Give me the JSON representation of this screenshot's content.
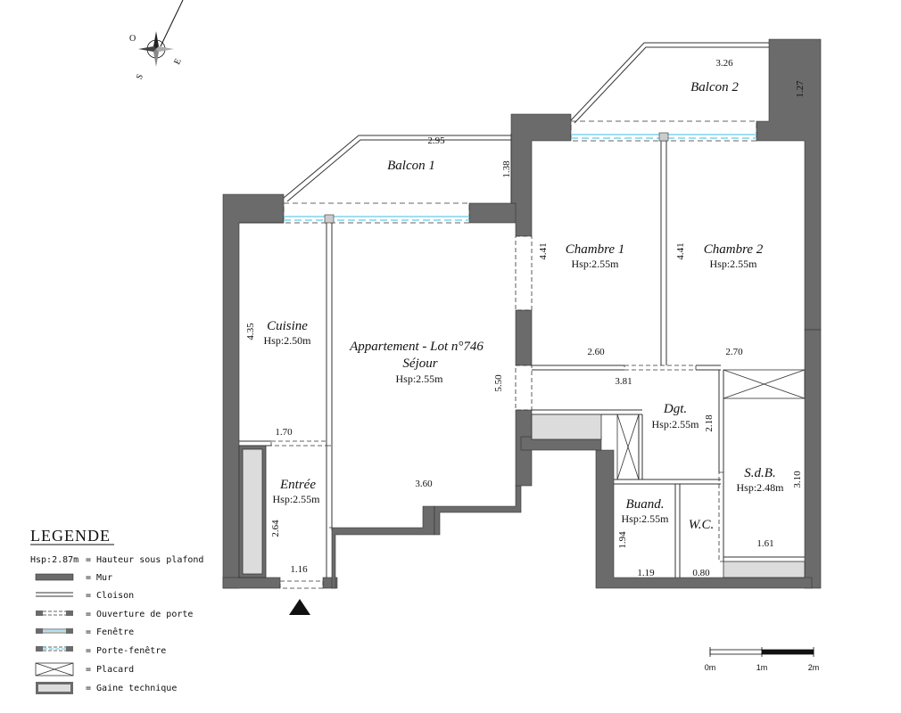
{
  "plan_title": "Appartement - Lot n°746",
  "rooms": {
    "sejour": {
      "name": "Séjour",
      "hsp": "Hsp:2.55m"
    },
    "cuisine": {
      "name": "Cuisine",
      "hsp": "Hsp:2.50m"
    },
    "entree": {
      "name": "Entrée",
      "hsp": "Hsp:2.55m"
    },
    "chambre1": {
      "name": "Chambre 1",
      "hsp": "Hsp:2.55m"
    },
    "chambre2": {
      "name": "Chambre 2",
      "hsp": "Hsp:2.55m"
    },
    "dgt": {
      "name": "Dgt.",
      "hsp": "Hsp:2.55m"
    },
    "sdb": {
      "name": "S.d.B.",
      "hsp": "Hsp:2.48m"
    },
    "buand": {
      "name": "Buand.",
      "hsp": "Hsp:2.55m"
    },
    "wc": {
      "name": "W.C."
    },
    "balcon1": {
      "name": "Balcon 1"
    },
    "balcon2": {
      "name": "Balcon 2"
    }
  },
  "dimensions": {
    "balcon1_w": "2.95",
    "balcon1_h": "1.38",
    "balcon2_w": "3.26",
    "balcon2_h": "1.27",
    "chambre1_h": "4.41",
    "chambre1_w": "2.60",
    "chambre2_h": "4.41",
    "chambre2_w": "2.70",
    "cuisine_h": "4.35",
    "cuisine_w": "1.70",
    "sejour_h": "5.50",
    "sejour_w": "3.60",
    "dgt_w": "3.81",
    "dgt_h": "2.18",
    "sdb_h": "3.10",
    "sdb_w": "1.61",
    "entree_h": "2.64",
    "entree_w": "1.16",
    "buand_h": "1.94",
    "buand_w": "1.19",
    "wc_w": "0.80"
  },
  "legend": {
    "title": "LEGENDE",
    "items": [
      {
        "key": "hsp",
        "symbol": "Hsp:2.87m",
        "text": "= Hauteur sous plafond"
      },
      {
        "key": "mur",
        "text": "= Mur"
      },
      {
        "key": "cloison",
        "text": "= Cloison"
      },
      {
        "key": "porte",
        "text": "= Ouverture de porte"
      },
      {
        "key": "fenetre",
        "text": "= Fenêtre"
      },
      {
        "key": "porte-fenetre",
        "text": "= Porte-fenêtre"
      },
      {
        "key": "placard",
        "text": "= Placard"
      },
      {
        "key": "gaine",
        "text": "= Gaine technique"
      }
    ]
  },
  "scale": {
    "labels": [
      "0m",
      "1m",
      "2m"
    ]
  },
  "compass": {
    "labels": [
      "O",
      "S",
      "E"
    ]
  },
  "colors": {
    "wall": "#6b6b6b",
    "glass": "#7fd3ee",
    "gaine": "#dcdcdc"
  }
}
